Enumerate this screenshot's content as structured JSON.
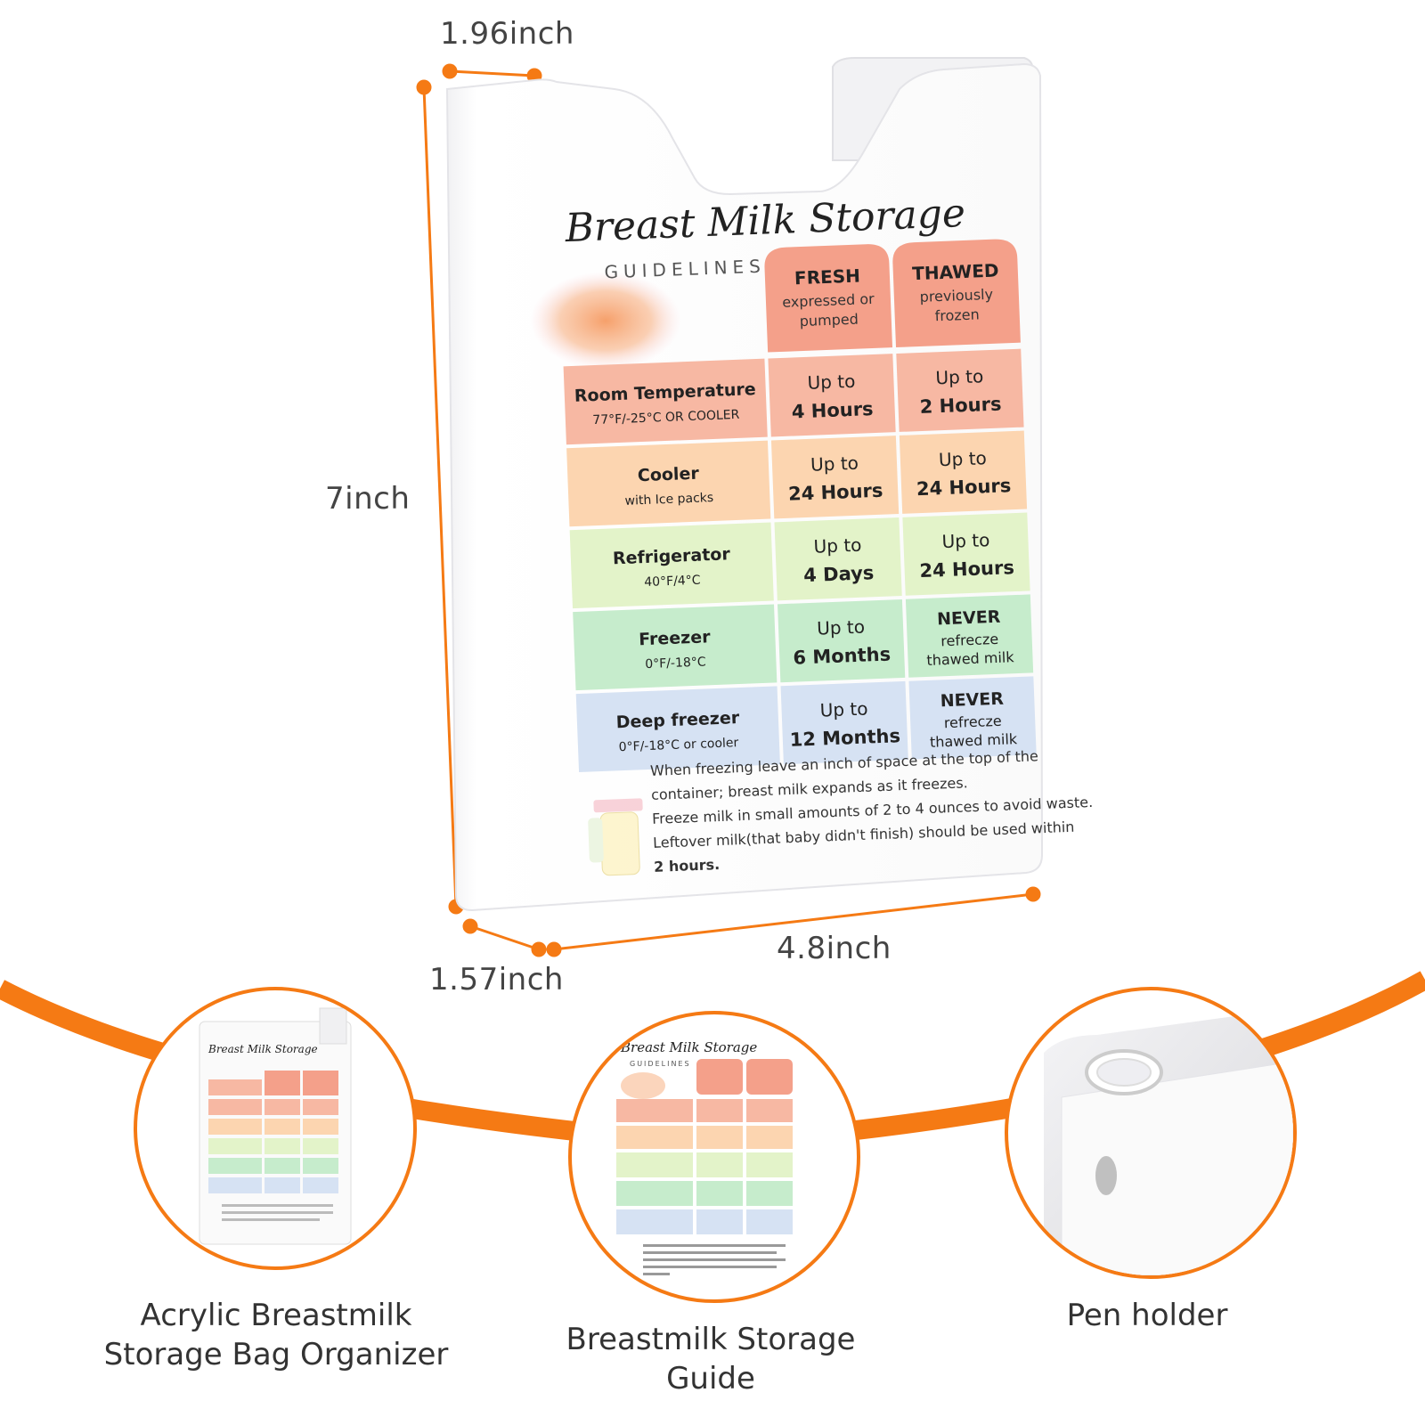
{
  "dimensions": {
    "depth_top": "1.96inch",
    "height": "7inch",
    "depth_bottom": "1.57inch",
    "width": "4.8inch"
  },
  "card": {
    "title": "Breast Milk Storage",
    "subtitle": "GUIDELINES",
    "col_fresh": {
      "title": "FRESH",
      "sub1": "expressed or",
      "sub2": "pumped"
    },
    "col_thawed": {
      "title": "THAWED",
      "sub1": "previously",
      "sub2": "frozen"
    },
    "rows": [
      {
        "name": "Room Temperature",
        "detail": "77°F/-25°C OR COOLER",
        "fresh1": "Up to",
        "fresh2": "4 Hours",
        "thawed1": "Up to",
        "thawed2": "2 Hours",
        "color": "#f7b8a3"
      },
      {
        "name": "Cooler",
        "detail": "with Ice packs",
        "fresh1": "Up to",
        "fresh2": "24 Hours",
        "thawed1": "Up to",
        "thawed2": "24 Hours",
        "color": "#fcd5b0"
      },
      {
        "name": "Refrigerator",
        "detail": "40°F/4°C",
        "fresh1": "Up to",
        "fresh2": "4 Days",
        "thawed1": "Up to",
        "thawed2": "24 Hours",
        "color": "#e3f3c9"
      },
      {
        "name": "Freezer",
        "detail": "0°F/-18°C",
        "fresh1": "Up to",
        "fresh2": "6 Months",
        "thawed1": "NEVER",
        "thawed2": "refrecze",
        "thawed3": "thawed milk",
        "color": "#c6eccc"
      },
      {
        "name": "Deep freezer",
        "detail": "0°F/-18°C or cooler",
        "fresh1": "Up to",
        "fresh2": "12 Months",
        "thawed1": "NEVER",
        "thawed2": "refrecze",
        "thawed3": "thawed milk",
        "color": "#d6e2f3"
      }
    ],
    "notes": [
      "When freezing leave an inch of space at the top of the",
      "container; breast milk expands as it freezes.",
      "Freeze milk in small amounts of 2 to 4 ounces to avoid waste.",
      "Leftover milk(that baby didn't finish) should be used within",
      "2 hours."
    ]
  },
  "features": [
    {
      "label_line1": "Acrylic Breastmilk",
      "label_line2": "Storage Bag Organizer"
    },
    {
      "label_line1": "Breastmilk Storage",
      "label_line2": "Guide"
    },
    {
      "label_line1": "Pen holder",
      "label_line2": ""
    }
  ],
  "colors": {
    "accent_orange": "#f57a14",
    "header_salmon": "#f4a08a"
  }
}
